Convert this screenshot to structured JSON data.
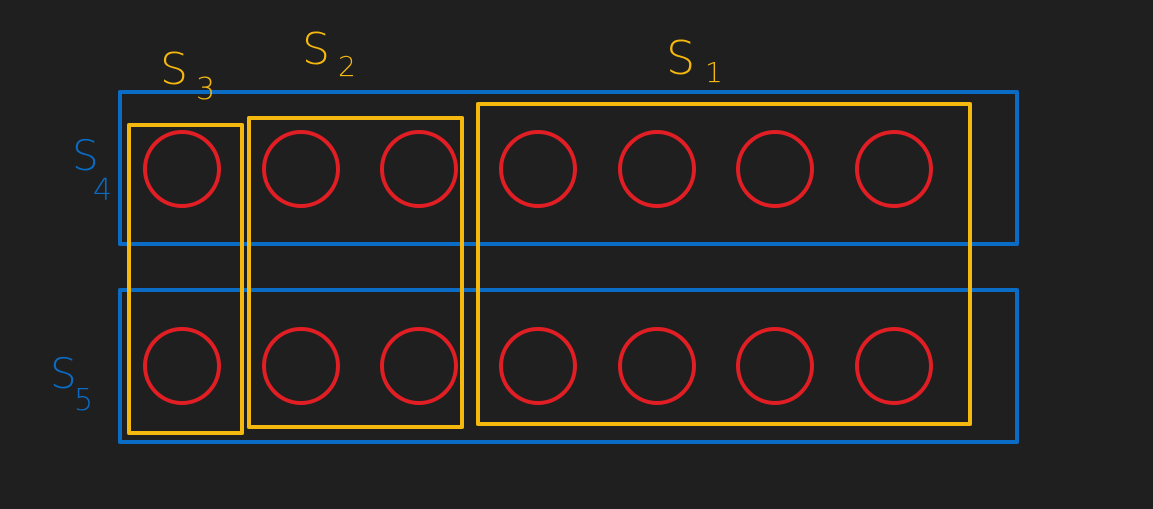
{
  "colors": {
    "background": "#1f1f1f",
    "row_set": "#0a6cc4",
    "column_set": "#f5b80f",
    "element": "#e01e24"
  },
  "labels": {
    "s1": {
      "letter": "S",
      "index": "1"
    },
    "s2": {
      "letter": "S",
      "index": "2"
    },
    "s3": {
      "letter": "S",
      "index": "3"
    },
    "s4": {
      "letter": "S",
      "index": "4"
    },
    "s5": {
      "letter": "S",
      "index": "5"
    }
  },
  "grid": {
    "rows": 2,
    "columns": 7,
    "column_groups": [
      {
        "set": "S3",
        "columns": 1
      },
      {
        "set": "S2",
        "columns": 2
      },
      {
        "set": "S1",
        "columns": 4
      }
    ],
    "row_groups": [
      {
        "set": "S4",
        "row": 1
      },
      {
        "set": "S5",
        "row": 2
      }
    ]
  }
}
